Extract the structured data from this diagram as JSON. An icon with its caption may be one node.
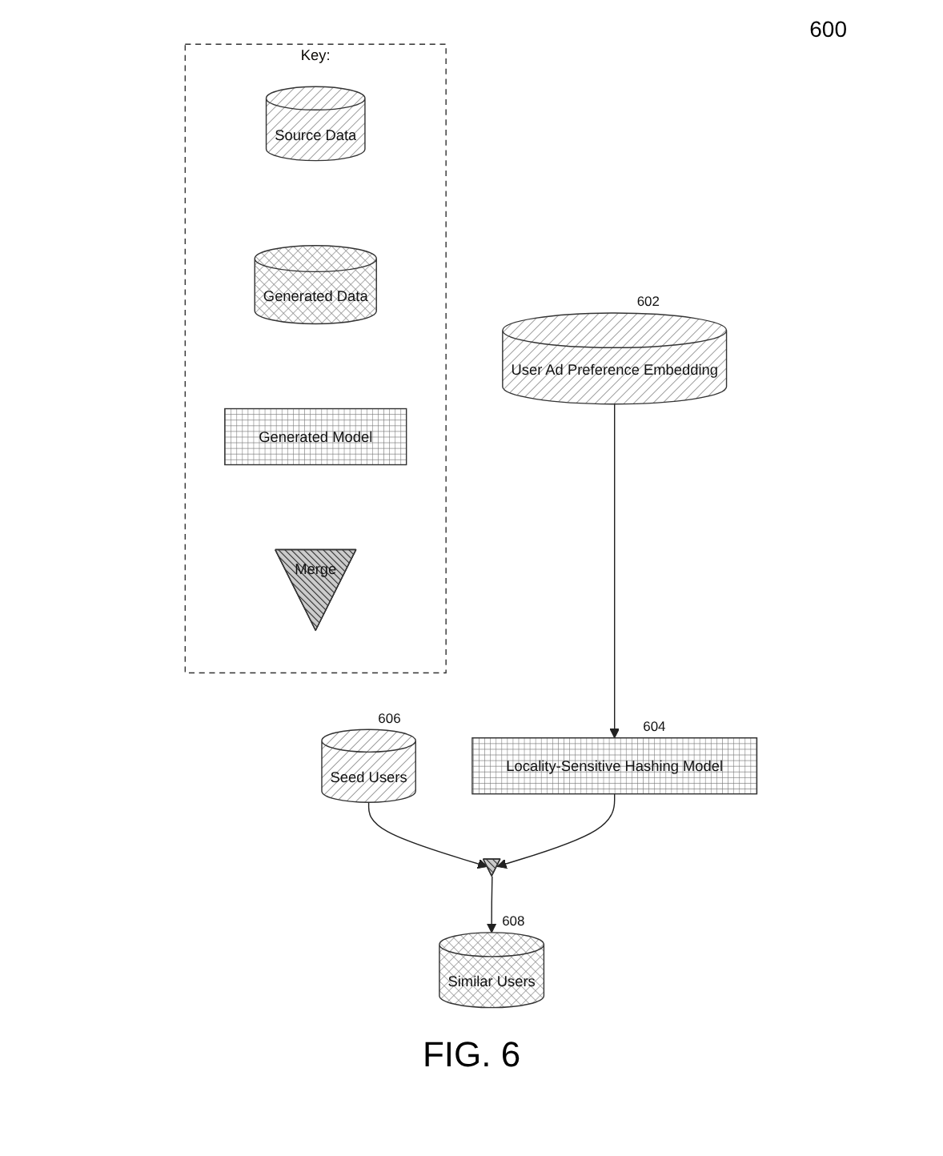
{
  "diagram": {
    "caption": "FIG. 6",
    "nodes": [
      {
        "text": [
          "User Ad Preference Embedding"
        ],
        "beside": [
          "602"
        ]
      },
      {
        "text": [
          "Seed Users"
        ],
        "beside": [
          "606"
        ]
      },
      {
        "text": [
          "Locality-Sensitive Hashing Model"
        ],
        "beside": [
          "604"
        ]
      },
      {
        "text": [],
        "shape": "triangle"
      },
      {
        "text": [
          "Similar Users"
        ],
        "beside": [
          "608"
        ]
      },
      {
        "text": [
          "Key:"
        ]
      },
      {
        "text": [
          "Source Data"
        ],
        "in": 5
      },
      {
        "text": [
          "Generated Data"
        ],
        "in": 5
      },
      {
        "text": [
          "Generated Model"
        ],
        "in": 5
      },
      {
        "text": [
          "Merge"
        ],
        "in": 5
      }
    ],
    "edges": [
      {
        "from": 0,
        "to": 2,
        "arrow": "to"
      },
      {
        "from": 1,
        "to": 3,
        "arrow": "to"
      },
      {
        "from": 2,
        "to": 3,
        "arrow": "to"
      },
      {
        "from": 3,
        "to": 4,
        "arrow": "to"
      }
    ],
    "labels": [
      "600"
    ]
  }
}
